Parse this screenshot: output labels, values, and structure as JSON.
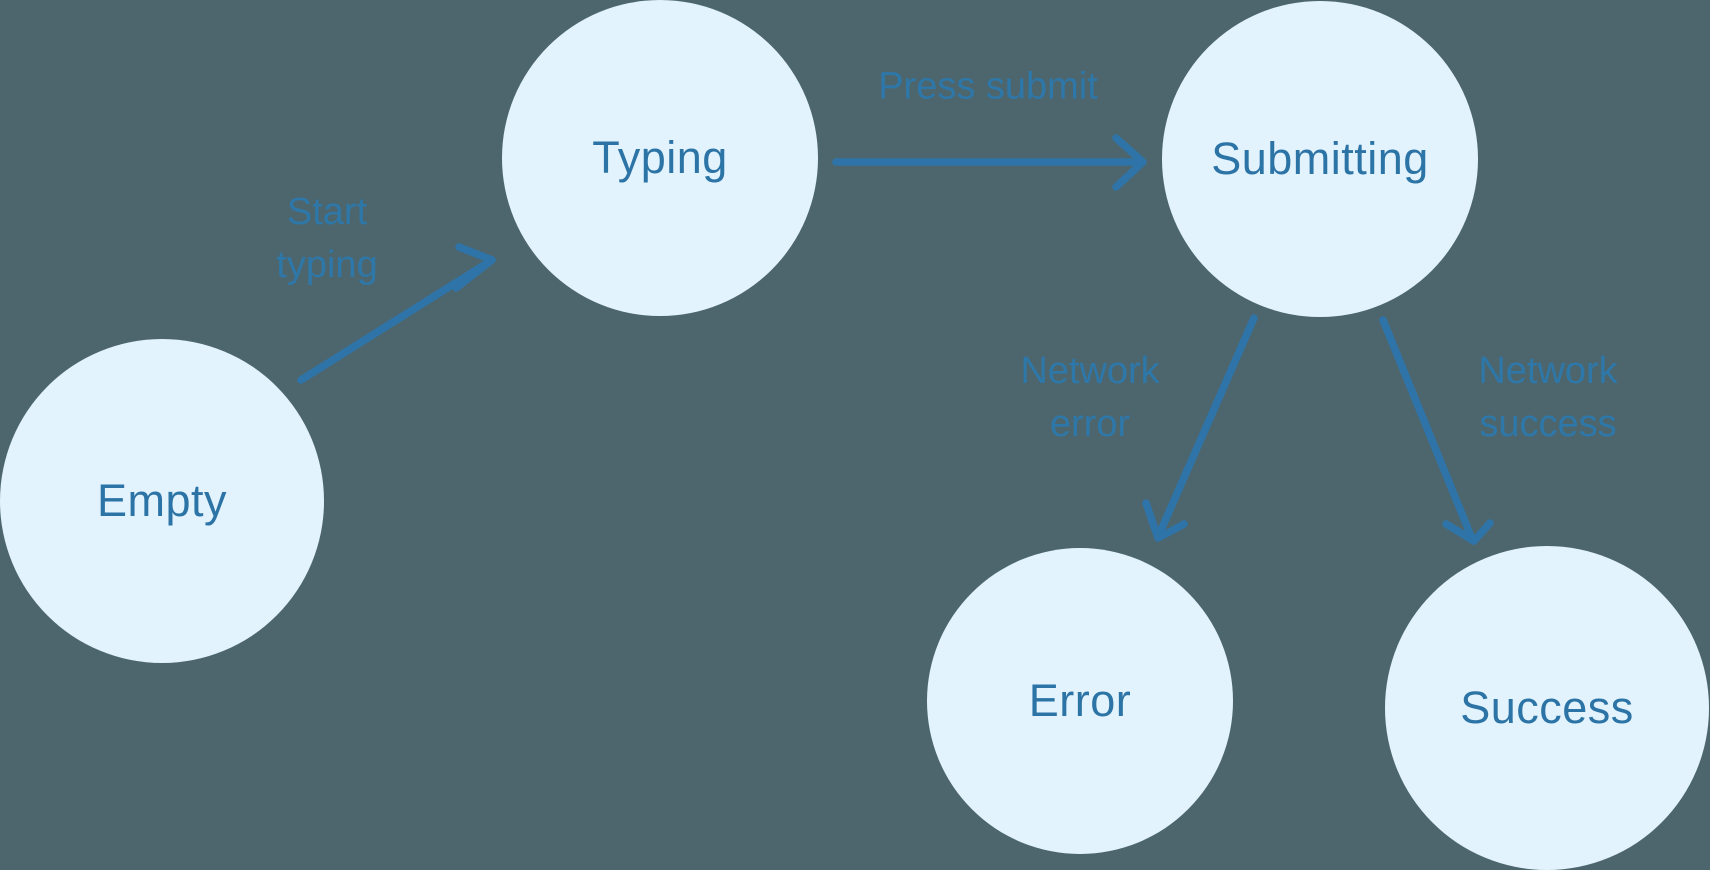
{
  "canvas": {
    "background_color": "#4d666e",
    "node_fill_color": "#e2f3fd",
    "node_text_color": "#2c73a6",
    "arrow_color": "#2e74a8",
    "edge_label_color": "#2e77a9"
  },
  "diagram": {
    "type": "state-machine",
    "nodes": [
      {
        "id": "empty",
        "label": "Empty"
      },
      {
        "id": "typing",
        "label": "Typing"
      },
      {
        "id": "submitting",
        "label": "Submitting"
      },
      {
        "id": "error",
        "label": "Error"
      },
      {
        "id": "success",
        "label": "Success"
      }
    ],
    "edges": [
      {
        "from": "empty",
        "to": "typing",
        "label": "Start typing",
        "label_lines": [
          "Start",
          "typing"
        ]
      },
      {
        "from": "typing",
        "to": "submitting",
        "label": "Press submit",
        "label_lines": [
          "Press submit"
        ]
      },
      {
        "from": "submitting",
        "to": "error",
        "label": "Network error",
        "label_lines": [
          "Network",
          "error"
        ]
      },
      {
        "from": "submitting",
        "to": "success",
        "label": "Network success",
        "label_lines": [
          "Network",
          "success"
        ]
      }
    ]
  }
}
